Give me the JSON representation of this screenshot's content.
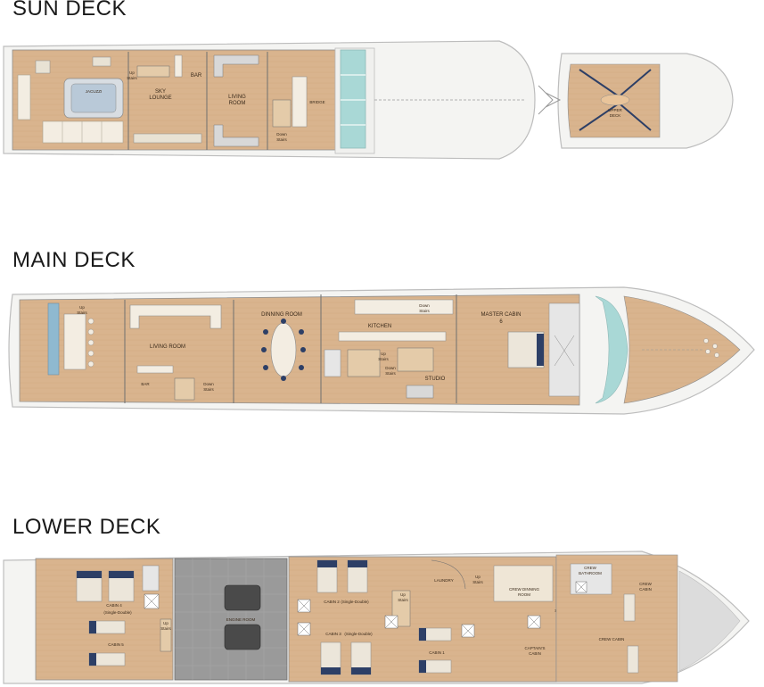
{
  "decks": {
    "sun": {
      "title": "SUN DECK",
      "labels": {
        "jacuzzi": "JACUZZI",
        "sky_lounge_1": "SKY",
        "sky_lounge_2": "LOUNGE",
        "up_stairs_1": "Up",
        "up_stairs_2": "Stairs",
        "bar": "BAR",
        "living_1": "LIVING",
        "living_2": "ROOM",
        "bridge": "BRIDGE",
        "down_1": "Down",
        "down_2": "Stairs",
        "upper_1": "UPPER",
        "upper_2": "DECK"
      }
    },
    "main": {
      "title": "MAIN DECK",
      "labels": {
        "up_1": "Up",
        "up_2": "Stairs",
        "living": "LIVING ROOM",
        "bar": "BAR",
        "down_1": "Down",
        "down_2": "Stairs",
        "dining": "DINNING ROOM",
        "kitchen": "KITCHEN",
        "up2_1": "Up",
        "up2_2": "Stairs",
        "down2_1": "Down",
        "down2_2": "Stairs",
        "down3_1": "Down",
        "down3_2": "Stairs",
        "studio": "STUDIO",
        "master_1": "MASTER CABIN",
        "master_2": "6"
      }
    },
    "lower": {
      "title": "LOWER DECK",
      "labels": {
        "cabin4": "CABIN 4",
        "cabin4_type": "(Single-Double)",
        "cabin5": "CABIN 5",
        "up_1": "Up",
        "up_2": "Stairs",
        "engine": "ENGINE ROOM",
        "cabin2": "CABIN 2",
        "cabin2_type": "(Single-Double)",
        "cabin3": "CABIN 3",
        "cabin3_type": "(Single-Double)",
        "up2_1": "Up",
        "up2_2": "Stairs",
        "laundry": "LAUNDRY",
        "up3_1": "Up",
        "up3_2": "Stairs",
        "cabin1": "CABIN 1",
        "crew_dining_1": "CREW DINNING",
        "crew_dining_2": "ROOM",
        "crew_bath_1": "CREW",
        "crew_bath_2": "BATHROOM",
        "crew_cabin_r_1": "CREW",
        "crew_cabin_r_2": "CABIN",
        "stairs": "Stairs",
        "captain_1": "CAPTAIN'S",
        "captain_2": "CABIN",
        "crew_cabin": "CREW CABIN"
      }
    }
  },
  "colors": {
    "wood": "#d9b48e",
    "wood_dark": "#c79d74",
    "hull": "#f4f4f2",
    "hull_stroke": "#bdbdbd",
    "cream": "#f3ede2",
    "engine_floor": "#9a9a9a",
    "glass": "#a9d8d6",
    "navy": "#2d3f66"
  }
}
